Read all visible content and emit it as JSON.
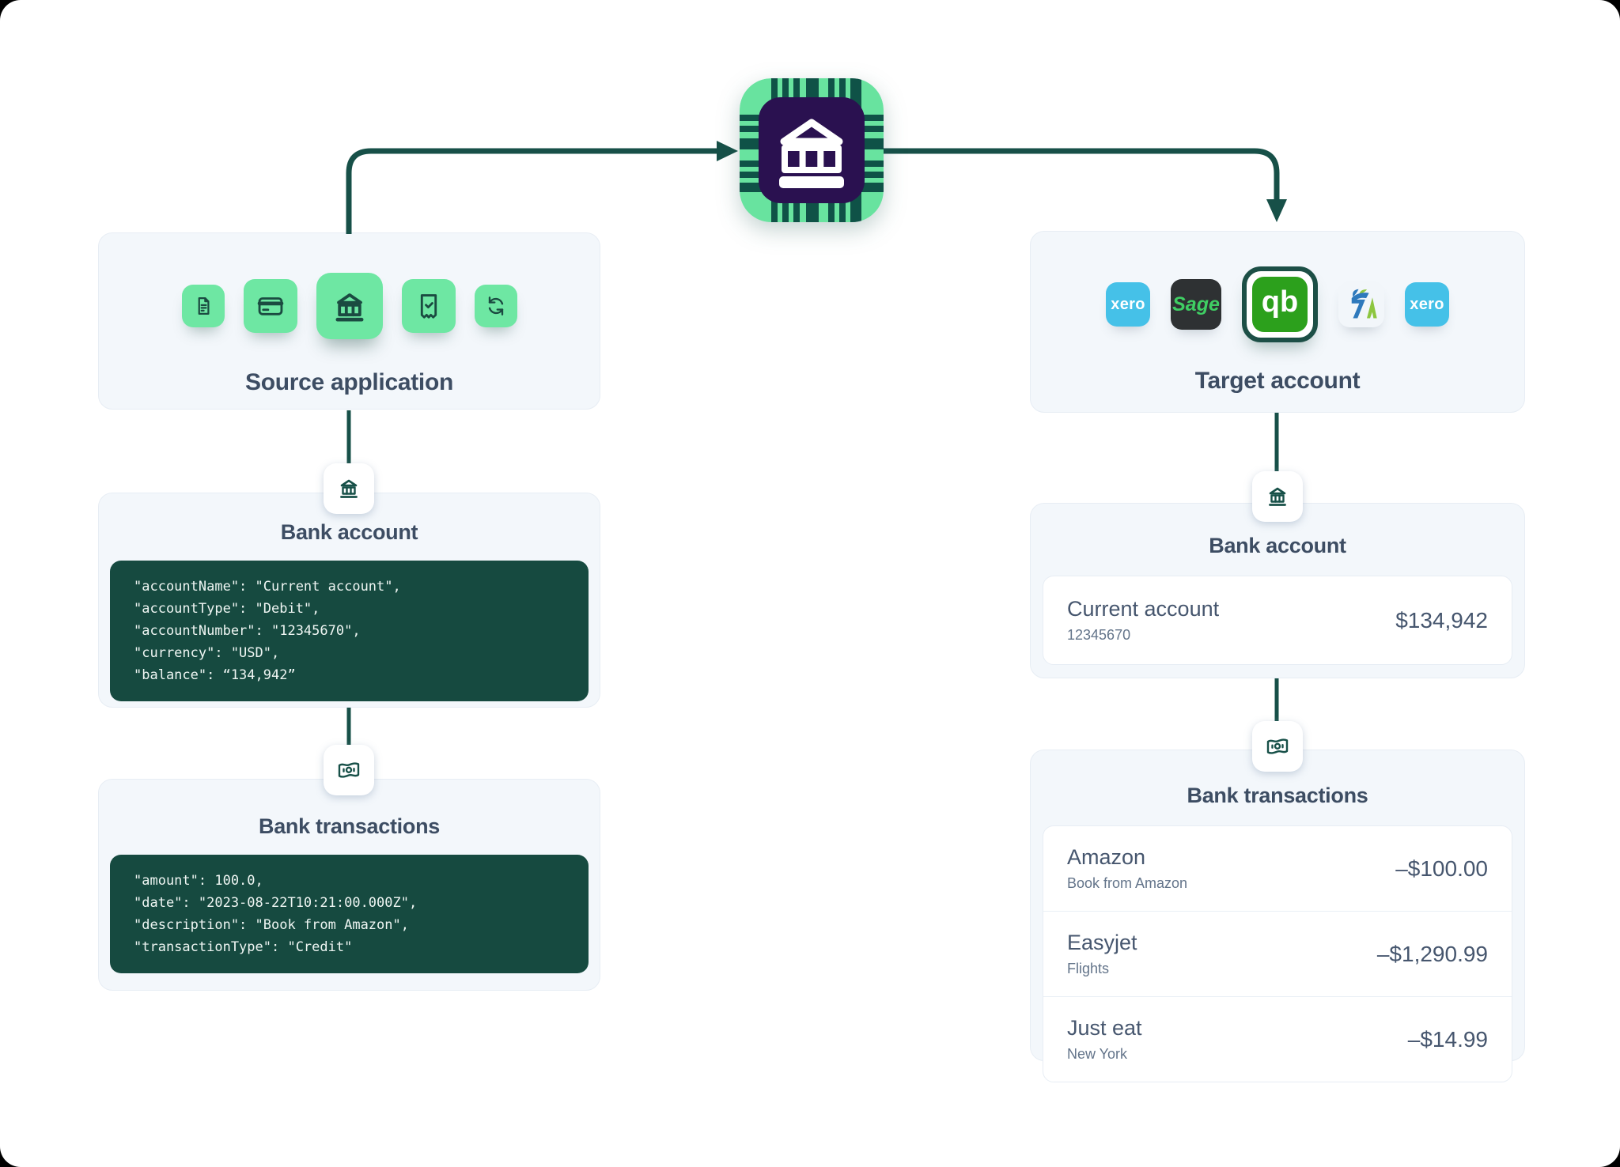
{
  "source_panel": {
    "title": "Source application",
    "icons": [
      {
        "name": "document-icon"
      },
      {
        "name": "credit-card-icon"
      },
      {
        "name": "bank-icon"
      },
      {
        "name": "receipt-check-icon"
      },
      {
        "name": "sync-icon"
      }
    ]
  },
  "hub": {
    "icon": "bank-chip-icon"
  },
  "target_panel": {
    "title": "Target account",
    "logos": [
      {
        "name": "xero-logo",
        "text": "xero"
      },
      {
        "name": "sage-logo",
        "text": "Sage"
      },
      {
        "name": "quickbooks-logo",
        "text": "qb"
      },
      {
        "name": "freeagent-logo"
      },
      {
        "name": "xero-logo",
        "text": "xero"
      }
    ]
  },
  "left_bank_account": {
    "title": "Bank account",
    "code_lines": [
      "\"accountName\": \"Current account\",",
      "\"accountType\": \"Debit\",",
      "\"accountNumber\": \"12345670\",",
      "\"currency\": \"USD\",",
      "\"balance\": “134,942”"
    ]
  },
  "left_bank_transactions": {
    "title": "Bank transactions",
    "code_lines": [
      "\"amount\": 100.0,",
      "\"date\": \"2023-08-22T10:21:00.000Z\",",
      "\"description\": \"Book from Amazon\",",
      "\"transactionType\": \"Credit\""
    ]
  },
  "right_bank_account": {
    "title": "Bank account",
    "account_name": "Current account",
    "account_number": "12345670",
    "balance": "$134,942"
  },
  "right_bank_transactions": {
    "title": "Bank transactions",
    "rows": [
      {
        "name": "Amazon",
        "detail": "Book from Amazon",
        "amount": "–$100.00"
      },
      {
        "name": "Easyjet",
        "detail": "Flights",
        "amount": "–$1,290.99"
      },
      {
        "name": "Just eat",
        "detail": "New York",
        "amount": "–$14.99"
      }
    ]
  },
  "colors": {
    "arrow": "#175048",
    "panel_bg": "#F3F7FB",
    "code_bg": "#164A40",
    "tile_green": "#6EE7A3",
    "chip_green": "#68E39F",
    "chip_stripe": "#0F5247",
    "chip_core": "#2A1150",
    "title_slate": "#3D4D63",
    "xero_blue": "#45C1E8",
    "sage_dark": "#2E3133",
    "sage_green": "#3FCE63",
    "quickbooks_green": "#2CA01C",
    "freeagent_blue": "#2E79BC",
    "freeagent_green": "#8DC63F"
  }
}
